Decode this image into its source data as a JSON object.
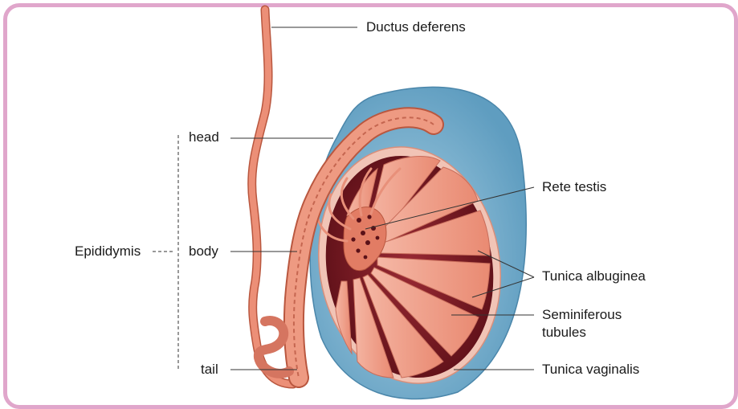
{
  "labels": {
    "ductus_deferens": "Ductus deferens",
    "head": "head",
    "body": "body",
    "tail": "tail",
    "epididymis": "Epididymis",
    "rete_testis": "Rete testis",
    "tunica_albuginea": "Tunica albuginea",
    "seminiferous_line1": "Seminiferous",
    "seminiferous_line2": "tubules",
    "tunica_vaginalis": "Tunica vaginalis"
  },
  "colors": {
    "frame": "#e0a6cb",
    "tunica_vaginalis": "#7fb2cf",
    "tunica_albuginea": "#f0c2b4",
    "testis_interior": "#7a1a24",
    "tubule": "#f2a48f",
    "duct": "#e8826e",
    "rete": "#e47d66",
    "leader": "#333333"
  }
}
